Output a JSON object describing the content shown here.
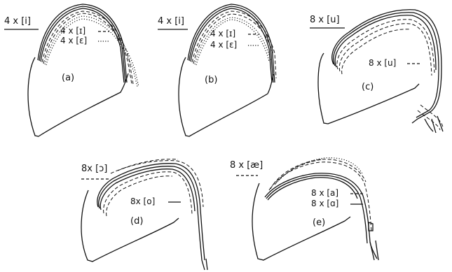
{
  "panels": {
    "a": {
      "caption": "(a)",
      "header": "4 x [i]",
      "legend": [
        {
          "text": "4 x [ɪ]",
          "line": "dashed"
        },
        {
          "text": "4 x [ɛ]",
          "line": "dotted"
        }
      ]
    },
    "b": {
      "caption": "(b)",
      "header": "4 x [i]",
      "legend": [
        {
          "text": "4 x [ɪ]",
          "line": "dashed"
        },
        {
          "text": "4 x [ɛ]",
          "line": "dotted"
        }
      ]
    },
    "c": {
      "caption": "(c)",
      "header": "8 x [u]",
      "legend": [
        {
          "text": "8 x [u]",
          "line": "dashed"
        }
      ]
    },
    "d": {
      "caption": "(d)",
      "header": "8x [ɔ]",
      "legend": [
        {
          "text": "8x [o]",
          "line": "solid"
        }
      ]
    },
    "e": {
      "caption": "(e)",
      "header": "8 x [æ]",
      "legend": [
        {
          "text": "8 x [a]",
          "line": "dashed"
        },
        {
          "text": "8 x [ɑ]",
          "line": "solid"
        }
      ]
    }
  }
}
